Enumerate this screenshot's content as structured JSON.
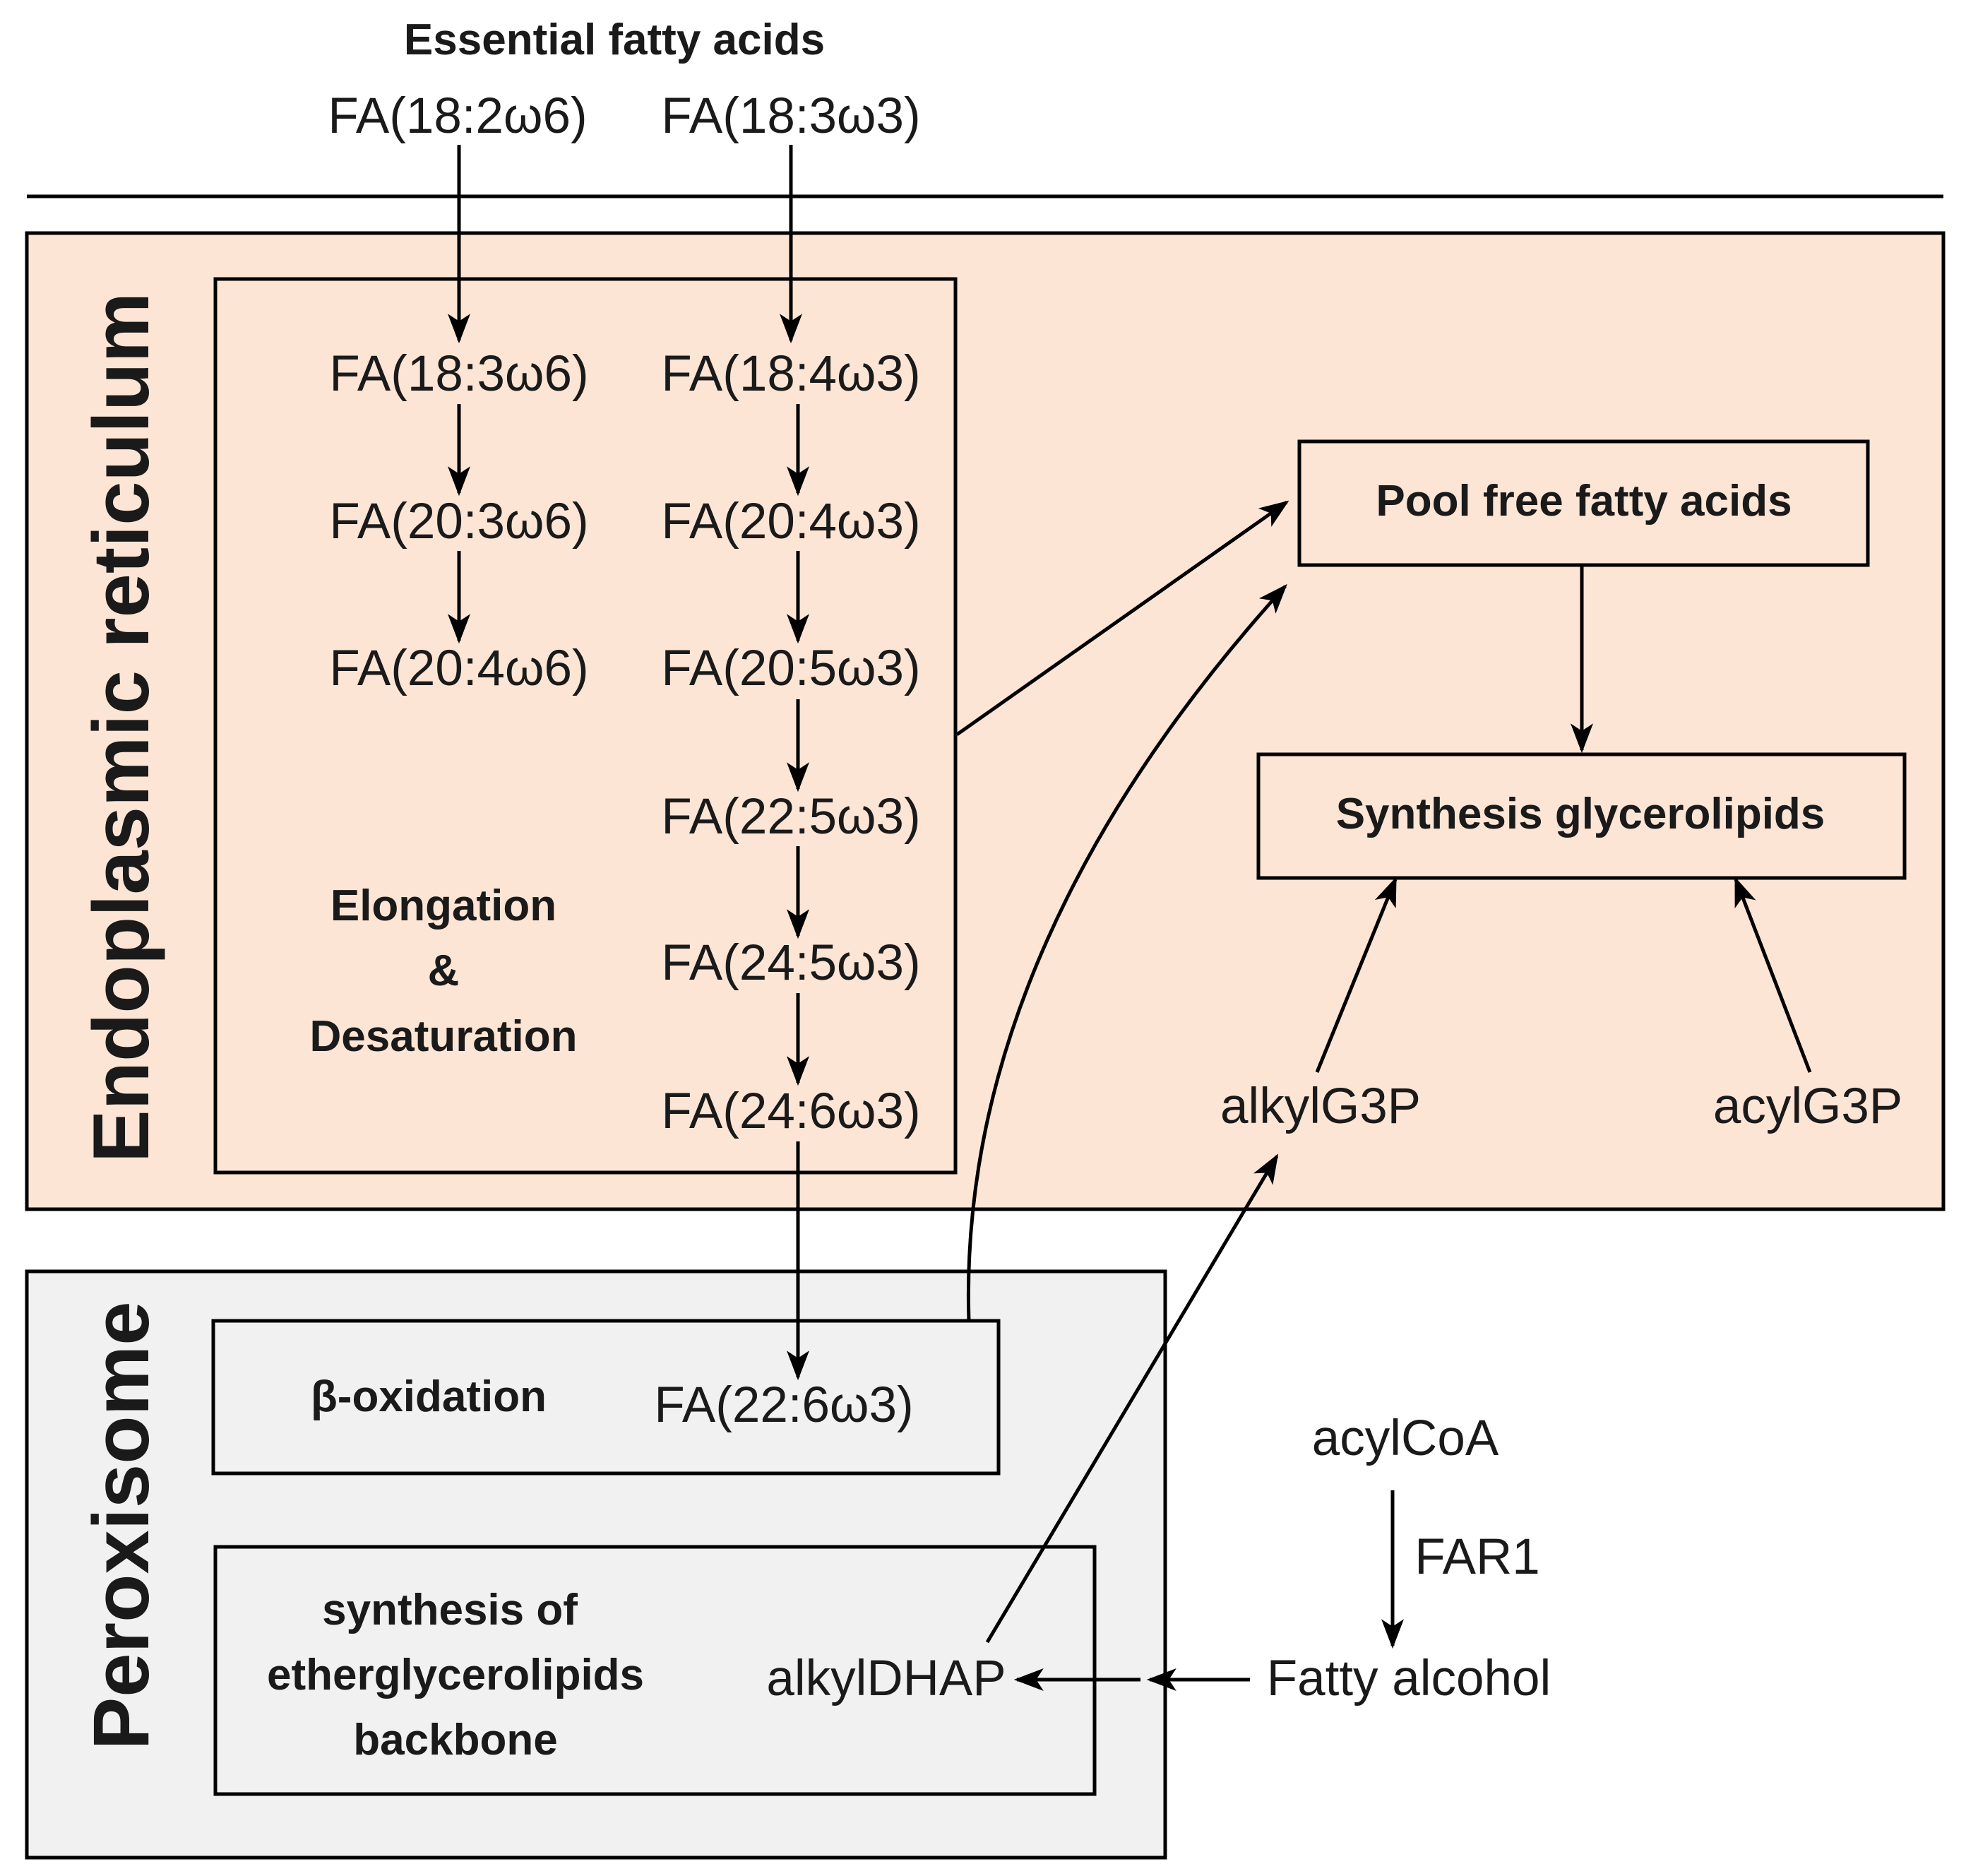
{
  "header": {
    "title": "Essential fatty acids",
    "fa_w6_start": "FA(18:2ω6)",
    "fa_w3_start": "FA(18:3ω3)"
  },
  "er": {
    "label": "Endoplasmic reticulum",
    "fill": "#fde5d5",
    "omega6_chain": [
      "FA(18:3ω6)",
      "FA(20:3ω6)",
      "FA(20:4ω6)"
    ],
    "omega3_chain": [
      "FA(18:4ω3)",
      "FA(20:4ω3)",
      "FA(20:5ω3)",
      "FA(22:5ω3)",
      "FA(24:5ω3)",
      "FA(24:6ω3)"
    ],
    "process_lines": [
      "Elongation",
      "&",
      "Desaturation"
    ],
    "pool": "Pool free fatty acids",
    "synthesis": "Synthesis glycerolipids",
    "alkylg3p": "alkylG3P",
    "acylg3p": "acylG3P"
  },
  "peroxisome": {
    "label": "Peroxisome",
    "fill": "#f1f1f1",
    "beta_oxidation": "β-oxidation",
    "dha": "FA(22:6ω3)",
    "ether_lines": [
      "synthesis of",
      "etherglycerolipids",
      "backbone"
    ],
    "alkyldhap": "alkylDHAP"
  },
  "outside": {
    "acylcoa": "acylCoA",
    "far1": "FAR1",
    "fatty_alcohol": "Fatty alcohol"
  }
}
